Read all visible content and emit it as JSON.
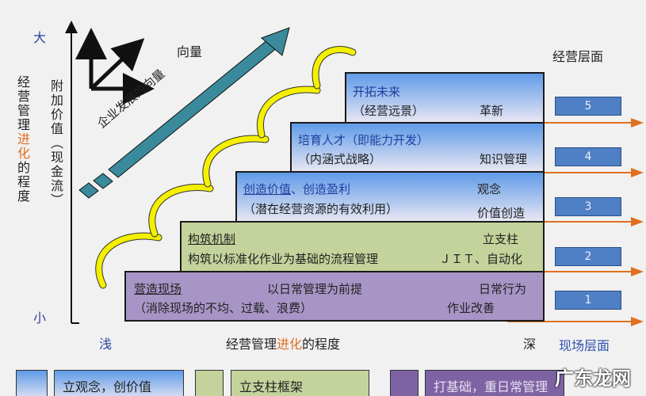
{
  "axis": {
    "top": "大",
    "bottom": "小",
    "left_x": "浅",
    "right_x": "深",
    "x_title_a": "经营管理",
    "x_title_b": "进化",
    "x_title_c": "的程度",
    "y_title1_a": "经营管理",
    "y_title1_b": "进化",
    "y_title1_c": "的程度",
    "y_title2": "附加价值（现金流）"
  },
  "vector_label": "向量",
  "diagonal_label": "企业发展的向量",
  "right_top": "经营层面",
  "right_bottom": "现场层面",
  "steps": [
    {
      "title": "营造现场",
      "sub": "（消除现场的不均、过载、浪费）",
      "mid": "以日常管理为前提",
      "r1": "日常行为",
      "r2": "作业改善",
      "num": "1"
    },
    {
      "title": "构筑机制",
      "sub": "构筑以标准化作业为基础的流程管理",
      "r1": "立支柱",
      "r2": "ＪＩＴ、自动化",
      "num": "2"
    },
    {
      "title_u": "创造价值",
      "title_rest": "、创造盈利",
      "sub": "（潜在经营资源的有效利用）",
      "r1": "观念",
      "r2": "价值创造",
      "num": "3"
    },
    {
      "title": "培育人才（即能力开发）",
      "sub": "（内涵式战略）",
      "r2": "知识管理",
      "num": "4"
    },
    {
      "title": "开拓未来",
      "sub": "（经营远景）",
      "r2": "革新",
      "num": "5"
    }
  ],
  "legend": [
    {
      "label": "立观念，创价值"
    },
    {
      "label": "立支柱框架"
    },
    {
      "label": "打基础，重日常管理"
    }
  ],
  "watermark": "广东龙网",
  "colors": {
    "blue": "#5f9be8",
    "green": "#c4d39b",
    "purple": "#a795c6",
    "orange": "#e07020",
    "teal": "#3a8a9c",
    "yellow": "#f4f000"
  }
}
